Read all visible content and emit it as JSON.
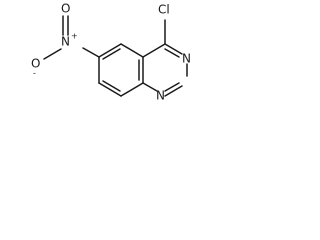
{
  "structure": {
    "atoms": {
      "cl": "Cl",
      "n_nitro": "N",
      "n_nitro_charge": "+",
      "o_top": "O",
      "o_minus": "O",
      "o_minus_charge": "-",
      "n3": "N",
      "n1": "N"
    }
  }
}
